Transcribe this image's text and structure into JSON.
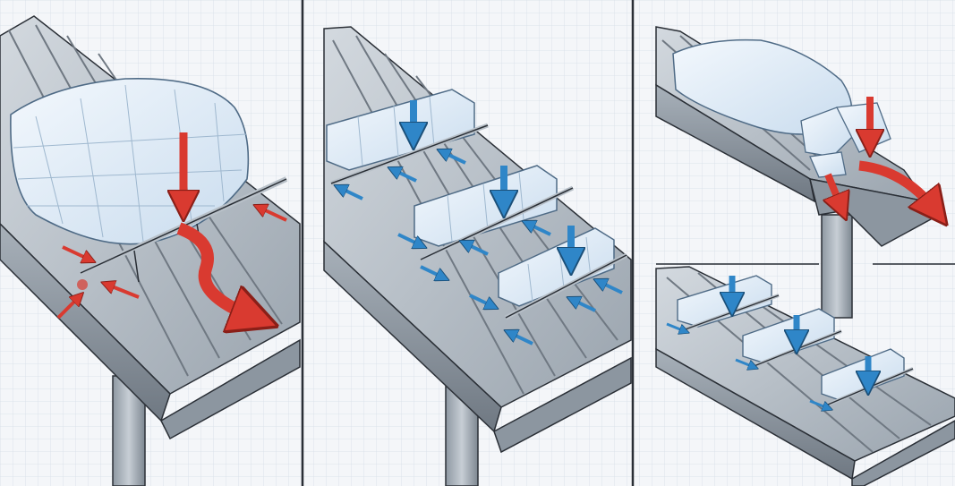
{
  "figure": {
    "panels": [
      {
        "id": "panel-1",
        "scenario": "single-large-ice-block-on-snow-guard",
        "outcome": "failure",
        "arrow_color": "#d93a30"
      },
      {
        "id": "panel-2",
        "scenario": "three-small-ice-blocks-distributed-on-snow-guards",
        "outcome": "holds",
        "arrow_color": "#2f86c8"
      },
      {
        "id": "panel-3",
        "scenario": "large-ice-block-breaks-gutter",
        "outcome": "failure",
        "arrow_color": "#d93a30"
      },
      {
        "id": "panel-4",
        "scenario": "small-ice-blocks-held-on-gutter-roof",
        "outcome": "holds",
        "arrow_color": "#2f86c8"
      }
    ],
    "colors": {
      "background": "#f4f6f9",
      "grid": "#cfd8e2",
      "metal_light": "#c2cad3",
      "metal_mid": "#9aa4ae",
      "metal_dark": "#6f7882",
      "ice": "#e3eef8",
      "ice_edge": "#9fb8cf",
      "ink": "#2a2f36",
      "force_red": "#d93a30",
      "force_blue": "#2f86c8",
      "divider": "#2a2f36"
    }
  }
}
